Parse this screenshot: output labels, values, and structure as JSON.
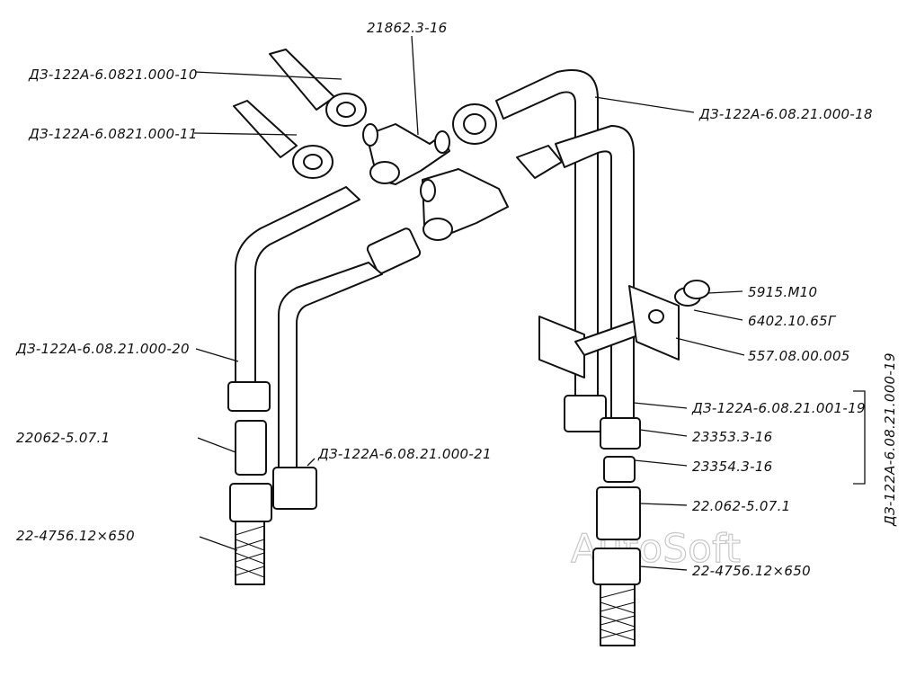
{
  "labels": {
    "top_tee": "21862.3-16",
    "l1": "ДЗ-122А-6.0821.000-10",
    "l2": "ДЗ-122А-6.0821.000-11",
    "l3": "ДЗ-122А-6.08.21.000-20",
    "l4": "22062-5.07.1",
    "l5": "22-4756.12×650",
    "l6": "ДЗ-122А-6.08.21.000-21",
    "r1": "ДЗ-122А-6.08.21.000-18",
    "r2": "5915.М10",
    "r3": "6402.10.65Г",
    "r4": "557.08.00.005",
    "r5": "ДЗ-122А-6.08.21.001-19",
    "r6": "23353.3-16",
    "r7": "23354.3-16",
    "r8": "22.062-5.07.1",
    "r9": "22-4756.12×650",
    "bracket": "ДЗ-122А-6.08.21.000-19"
  },
  "watermark": "AutoSoft"
}
